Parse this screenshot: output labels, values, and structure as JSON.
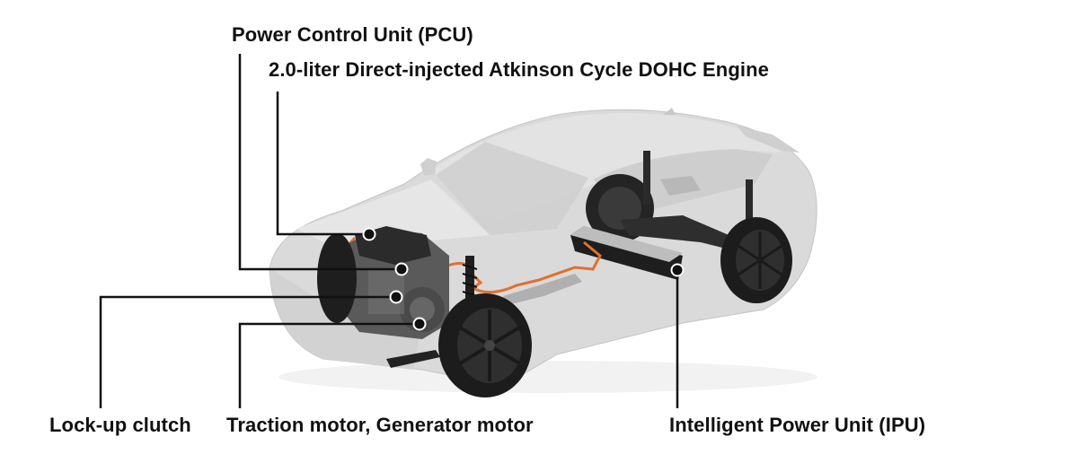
{
  "diagram": {
    "subject": "Hybrid vehicle powertrain cutaway",
    "colors": {
      "background": "#ffffff",
      "label_text": "#111111",
      "callout_line": "#111111",
      "body": "#d9d9d9",
      "body_shade": "#c8c8c8",
      "glass": "#cdcdcd",
      "high_voltage_cable": "#e0702f",
      "tire": "#1e1e1e",
      "engine": "#3a3a3a",
      "metal": "#b5b5b5"
    },
    "callouts": [
      {
        "id": "pcu",
        "label": "Power Control Unit (PCU)"
      },
      {
        "id": "engine",
        "label": "2.0-liter Direct-injected Atkinson Cycle DOHC Engine"
      },
      {
        "id": "lockup",
        "label": "Lock-up clutch"
      },
      {
        "id": "motors",
        "label": "Traction motor, Generator motor"
      },
      {
        "id": "ipu",
        "label": "Intelligent Power Unit (IPU)"
      }
    ]
  }
}
